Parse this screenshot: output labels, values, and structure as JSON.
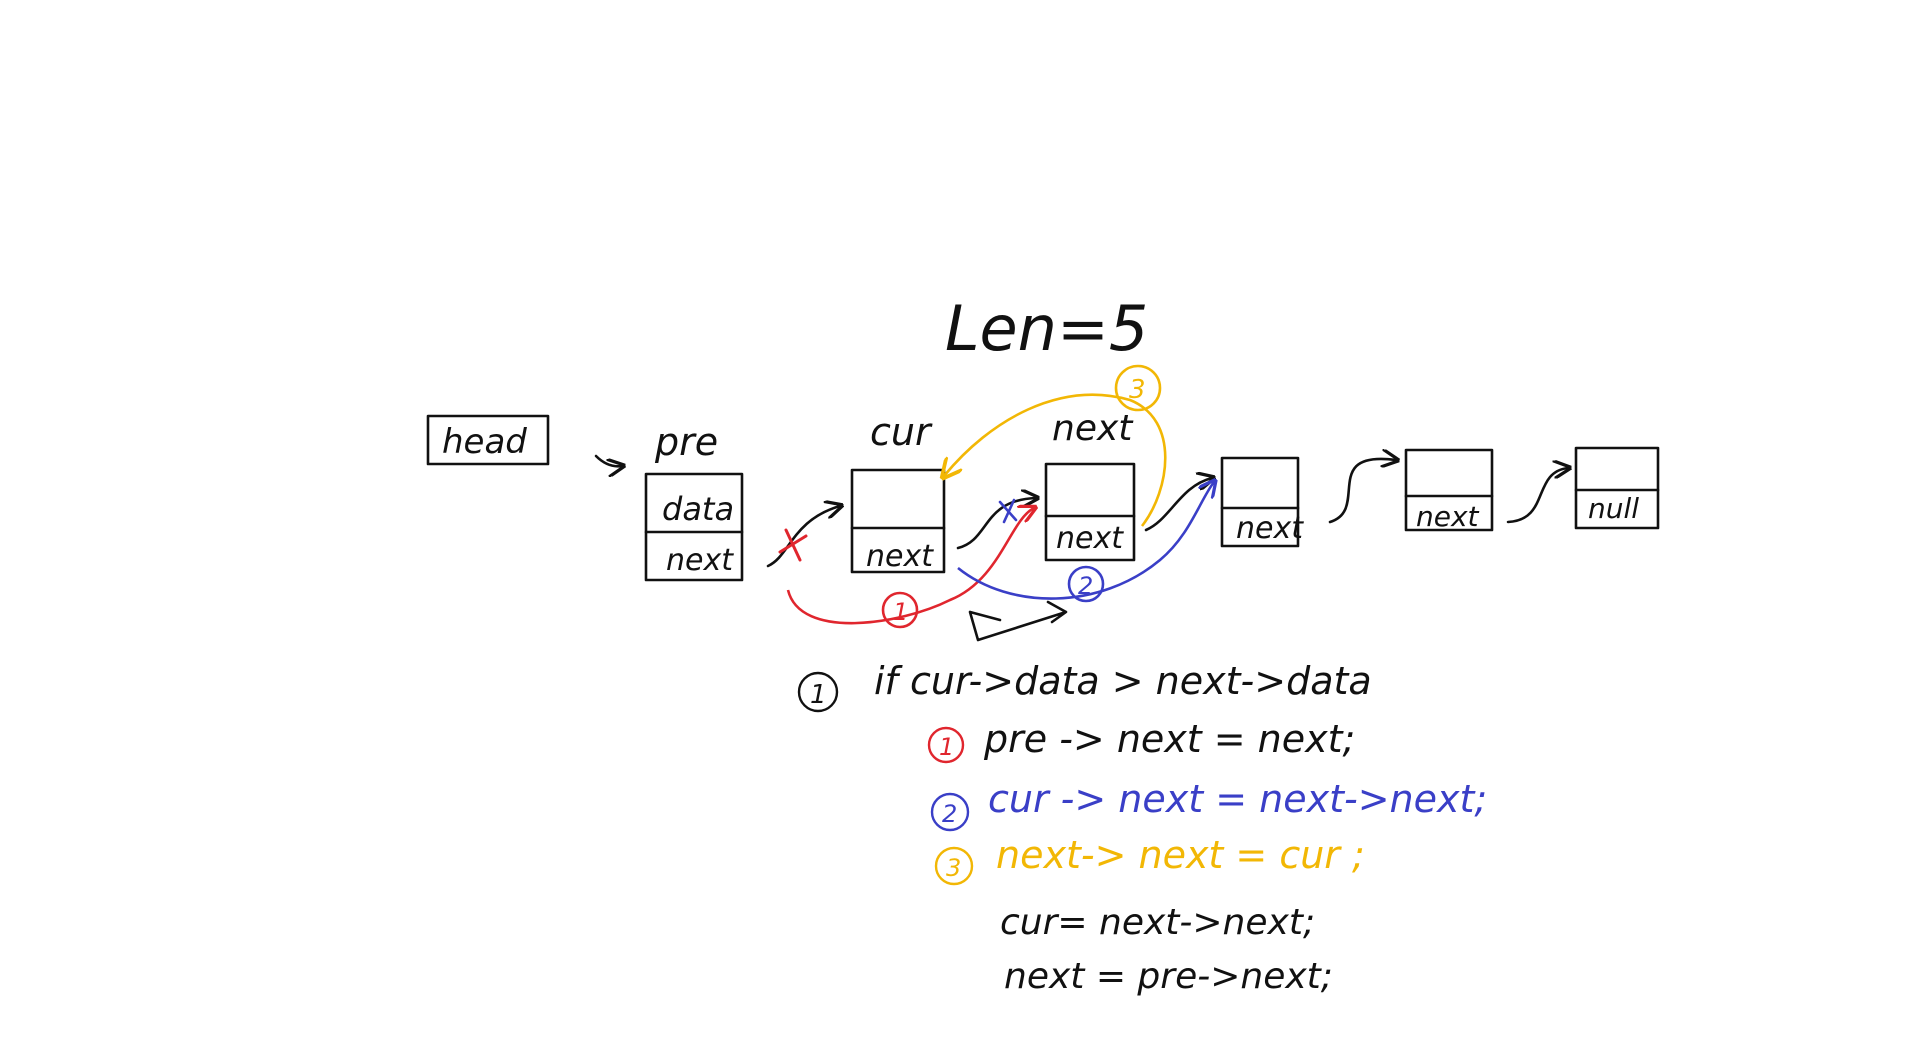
{
  "title": "Len=5",
  "colors": {
    "ink": "#111111",
    "red": "#e0262e",
    "blue": "#3a3fc7",
    "yellow": "#f2b705"
  },
  "labels": {
    "head": "head",
    "pre": "pre",
    "cur": "cur",
    "next": "next"
  },
  "nodes": [
    {
      "top": "data",
      "bottom": "next"
    },
    {
      "top": "",
      "bottom": "next"
    },
    {
      "top": "",
      "bottom": "next"
    },
    {
      "top": "",
      "bottom": "next"
    },
    {
      "top": "",
      "bottom": "next"
    },
    {
      "top": "",
      "bottom": "null"
    }
  ],
  "markers": {
    "one": "1",
    "two": "2",
    "three": "3",
    "cross": "X"
  },
  "code": {
    "step_number": "1",
    "condition": "if cur->data > next->data",
    "line1": "pre -> next = next;",
    "line2": "cur -> next = next->next;",
    "line3": "next-> next = cur ;",
    "line4": "cur= next->next;",
    "line5": "next = pre->next;"
  }
}
